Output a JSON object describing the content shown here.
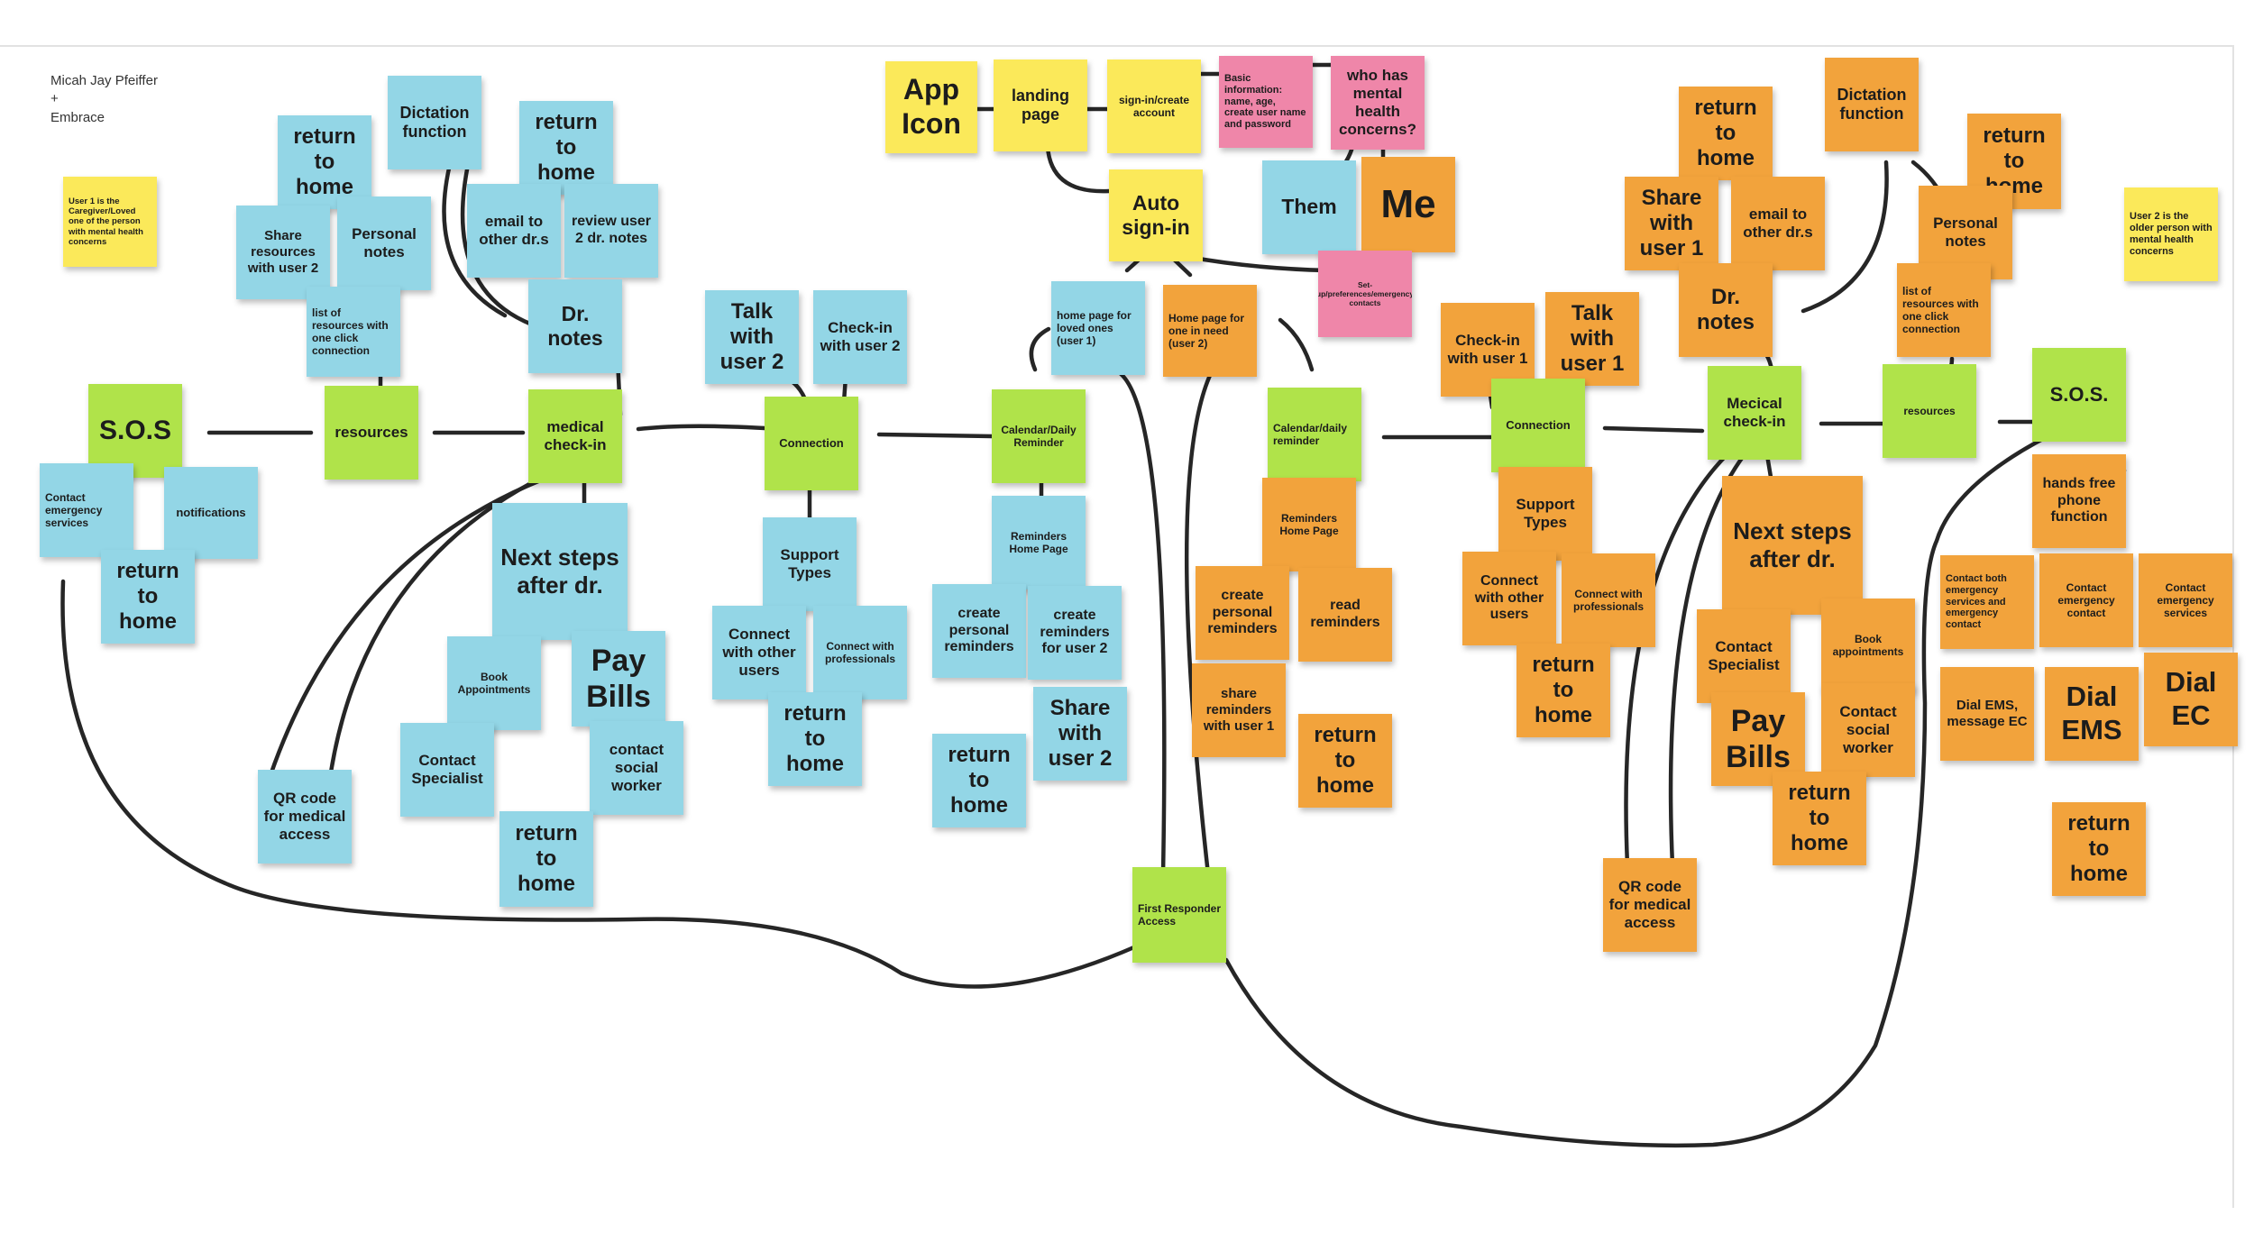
{
  "author": {
    "line1": "Micah Jay Pfeiffer",
    "line2": "+",
    "line3": "Embrace"
  },
  "colors": {
    "blue": "#93d6e6",
    "green": "#b0e34a",
    "orange": "#f2a33c",
    "yellow": "#fbe95a",
    "pink": "#ef86a9",
    "line": "#262626"
  },
  "notes": {
    "user1_desc": "User 1 is the Caregiver/Loved one of the person with mental health concerns",
    "user2_desc": "User 2 is the older person with mental health concerns",
    "app_icon": "App Icon",
    "landing_page": "landing page",
    "signin_create": "sign-in/create account",
    "basic_info": "Basic information: name, age, create user name and password",
    "who_has": "who has mental health concerns?",
    "them": "Them",
    "me": "Me",
    "auto_signin": "Auto sign-in",
    "setup_prefs": "Set-up/preferences/emergency contacts",
    "home_loved": "home page for loved ones (user 1)",
    "home_need": "Home page for one in need (user 2)",
    "first_responder": "First Responder Access",
    "b_return_home_1": "return to home",
    "b_dictation": "Dictation function",
    "b_return_home_2": "return to home",
    "b_share_resources": "Share resources with user 2",
    "b_personal_notes": "Personal notes",
    "b_email_drs": "email to other dr.s",
    "b_review_notes": "review user 2 dr. notes",
    "b_list_resources": "list of resources with one click connection",
    "b_dr_notes": "Dr. notes",
    "b_sos": "S.O.S",
    "b_resources": "resources",
    "b_medical_checkin": "medical check-in",
    "b_contact_emergency": "Contact emergency services",
    "b_notifications": "notifications",
    "b_return_home_3": "return to home",
    "b_next_steps": "Next steps after dr.",
    "b_book_appointments": "Book Appointments",
    "b_pay_bills": "Pay Bills",
    "b_contact_specialist": "Contact Specialist",
    "b_contact_social": "contact social worker",
    "b_return_home_4": "return to home",
    "b_qr_code": "QR code for medical access",
    "b_talk_user2": "Talk with user 2",
    "b_checkin_user2": "Check-in with user 2",
    "b_connection": "Connection",
    "b_support_types": "Support Types",
    "b_connect_users": "Connect with other users",
    "b_connect_pros": "Connect with professionals",
    "b_return_home_5": "return to home",
    "b_calendar": "Calendar/Daily Reminder",
    "b_reminders_home": "Reminders Home Page",
    "b_create_personal": "create personal reminders",
    "b_create_user2": "create reminders for user 2",
    "b_return_home_6": "return to home",
    "b_share_user2": "Share with user 2",
    "o_calendar": "Calendar/daily reminder",
    "o_reminders_home": "Reminders Home Page",
    "o_create_personal": "create personal reminders",
    "o_read_reminders": "read reminders",
    "o_share_reminders": "share reminders with user 1",
    "o_return_home_1": "return to home",
    "o_checkin_user1": "Check-in with user 1",
    "o_talk_user1": "Talk with user 1",
    "o_connection": "Connection",
    "o_support_types": "Support Types",
    "o_connect_users": "Connect with other users",
    "o_connect_pros": "Connect with professionals",
    "o_return_home_2": "return to home",
    "o_return_home_3": "return to home",
    "o_share_user1": "Share with user 1",
    "o_email_drs": "email to other dr.s",
    "o_dr_notes": "Dr. notes",
    "o_dictation": "Dictation function",
    "o_return_home_4": "return to home",
    "o_personal_notes": "Personal notes",
    "o_list_resources": "list of resources with one click connection",
    "o_medical_checkin": "Mecical check-in",
    "o_resources": "resources",
    "o_sos": "S.O.S.",
    "o_handsfree": "hands free phone function",
    "o_next_steps": "Next steps after dr.",
    "o_contact_specialist": "Contact Specialist",
    "o_book_appointments": "Book appointments",
    "o_pay_bills": "Pay Bills",
    "o_contact_social": "Contact social worker",
    "o_return_home_5": "return to home",
    "o_qr_code": "QR code for medical access",
    "o_contact_both": "Contact both emergency services and emergency contact",
    "o_contact_ec": "Contact emergency contact",
    "o_contact_services": "Contact emergency services",
    "o_dial_ems_msg": "Dial EMS, message EC",
    "o_dial_ems": "Dial EMS",
    "o_dial_ec": "Dial EC",
    "o_return_home_6": "return to home"
  }
}
